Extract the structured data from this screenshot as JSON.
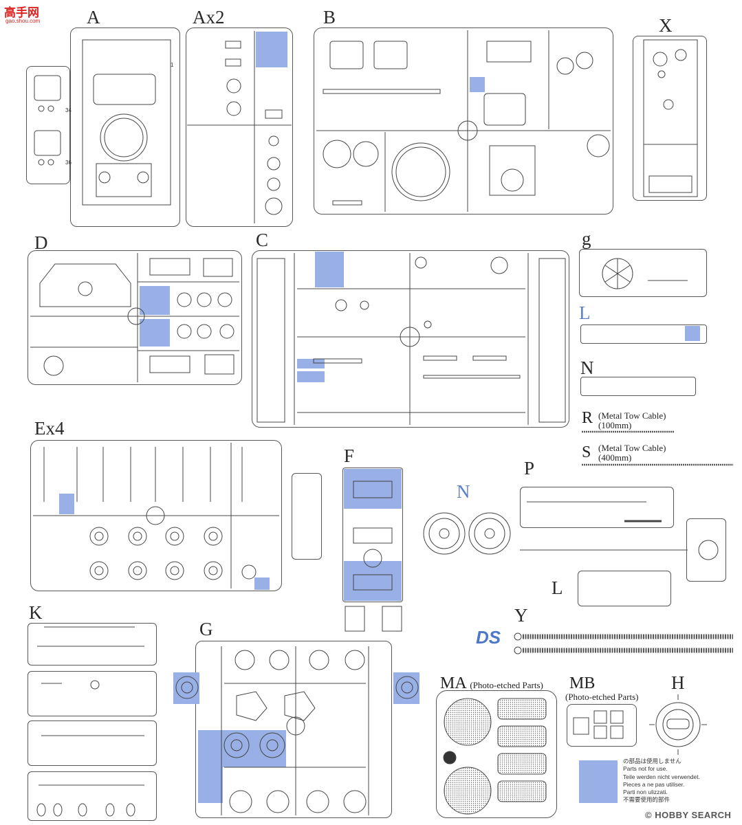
{
  "watermark": {
    "site_cn": "高手网",
    "site_url": "gao.shou.com"
  },
  "sprues": {
    "A": "A",
    "Ax2": "Ax2",
    "B": "B",
    "X": "X",
    "D": "D",
    "C": "C",
    "g": "g",
    "L_blue": "L",
    "N_clear": "N",
    "Ex4": "Ex4",
    "F": "F",
    "N_blue": "N",
    "P": "P",
    "L": "L",
    "K": "K",
    "G": "G",
    "Y": "Y",
    "MA": "MA",
    "MB": "MB",
    "H": "H",
    "R": "R",
    "S": "S"
  },
  "labels": {
    "R_desc": "(Metal Tow Cable)",
    "R_len": "(100mm)",
    "S_desc": "(Metal Tow Cable)",
    "S_len": "(400mm)",
    "MA_desc": "(Photo-etched Parts)",
    "MB_desc": "(Photo-etched Parts)"
  },
  "legend": {
    "ja": "の部品は使用しません",
    "en": "Parts not for use.",
    "de": "Teile werden nicht verwendet.",
    "fr": "Pieces a ne pas utiliser.",
    "it": "Parti non ulizzati.",
    "zh": "不需要使用的部件"
  },
  "badges": {
    "ds": "DS",
    "hobbysearch": "HOBBY SEARCH"
  },
  "colors": {
    "highlight": "#98b0e6",
    "line": "#555555",
    "ds_blue": "#4d78c9"
  }
}
